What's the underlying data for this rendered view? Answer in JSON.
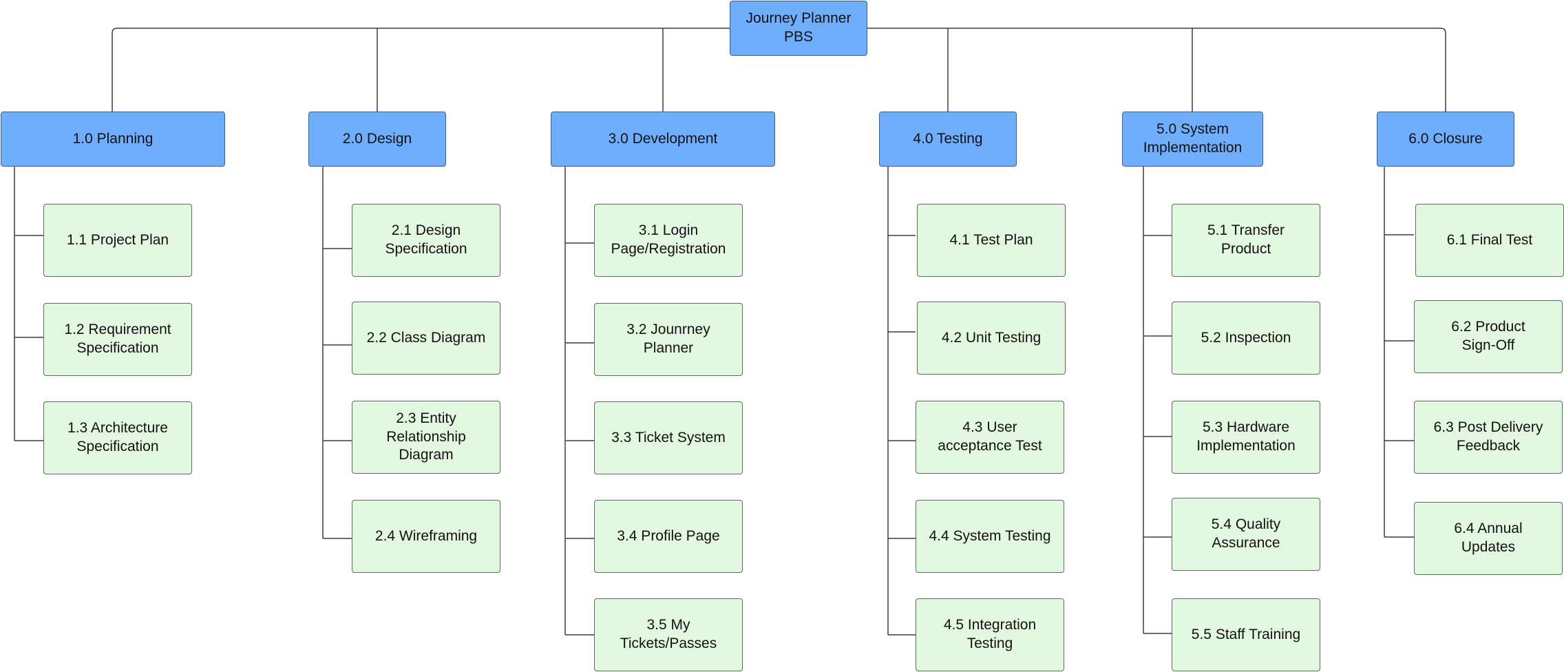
{
  "colors": {
    "phase_fill": "#6EAEFD",
    "task_fill": "#E3F8E1",
    "line": "#3d3d3d"
  },
  "root": {
    "label": "Journey Planner\nPBS"
  },
  "phases": [
    {
      "label": "1.0 Planning",
      "tasks": [
        {
          "label": "1.1 Project Plan"
        },
        {
          "label": "1.2  Requirement\nSpecification"
        },
        {
          "label": "1.3 Architecture\nSpecification"
        }
      ]
    },
    {
      "label": "2.0 Design",
      "tasks": [
        {
          "label": "2.1 Design\nSpecification"
        },
        {
          "label": "2.2 Class Diagram"
        },
        {
          "label": "2.3 Entity\nRelationship\nDiagram"
        },
        {
          "label": "2.4 Wireframing"
        }
      ]
    },
    {
      "label": "3.0 Development",
      "tasks": [
        {
          "label": "3.1 Login\nPage/Registration"
        },
        {
          "label": "3.2 Jounrney\nPlanner"
        },
        {
          "label": "3.3 Ticket System"
        },
        {
          "label": "3.4 Profile Page"
        },
        {
          "label": "3.5 My\nTickets/Passes"
        }
      ]
    },
    {
      "label": "4.0 Testing",
      "tasks": [
        {
          "label": "4.1 Test Plan"
        },
        {
          "label": "4.2 Unit Testing"
        },
        {
          "label": "4.3 User\nacceptance Test"
        },
        {
          "label": "4.4 System Testing"
        },
        {
          "label": "4.5 Integration\nTesting"
        }
      ]
    },
    {
      "label": "5.0 System\nImplementation",
      "tasks": [
        {
          "label": "5.1 Transfer\nProduct"
        },
        {
          "label": "5.2 Inspection"
        },
        {
          "label": "5.3 Hardware\nImplementation"
        },
        {
          "label": "5.4 Quality\nAssurance"
        },
        {
          "label": "5.5 Staff Training"
        }
      ]
    },
    {
      "label": "6.0 Closure",
      "tasks": [
        {
          "label": "6.1 Final Test"
        },
        {
          "label": "6.2 Product\nSign-Off"
        },
        {
          "label": "6.3 Post Delivery\nFeedback"
        },
        {
          "label": "6.4 Annual\nUpdates"
        }
      ]
    }
  ]
}
